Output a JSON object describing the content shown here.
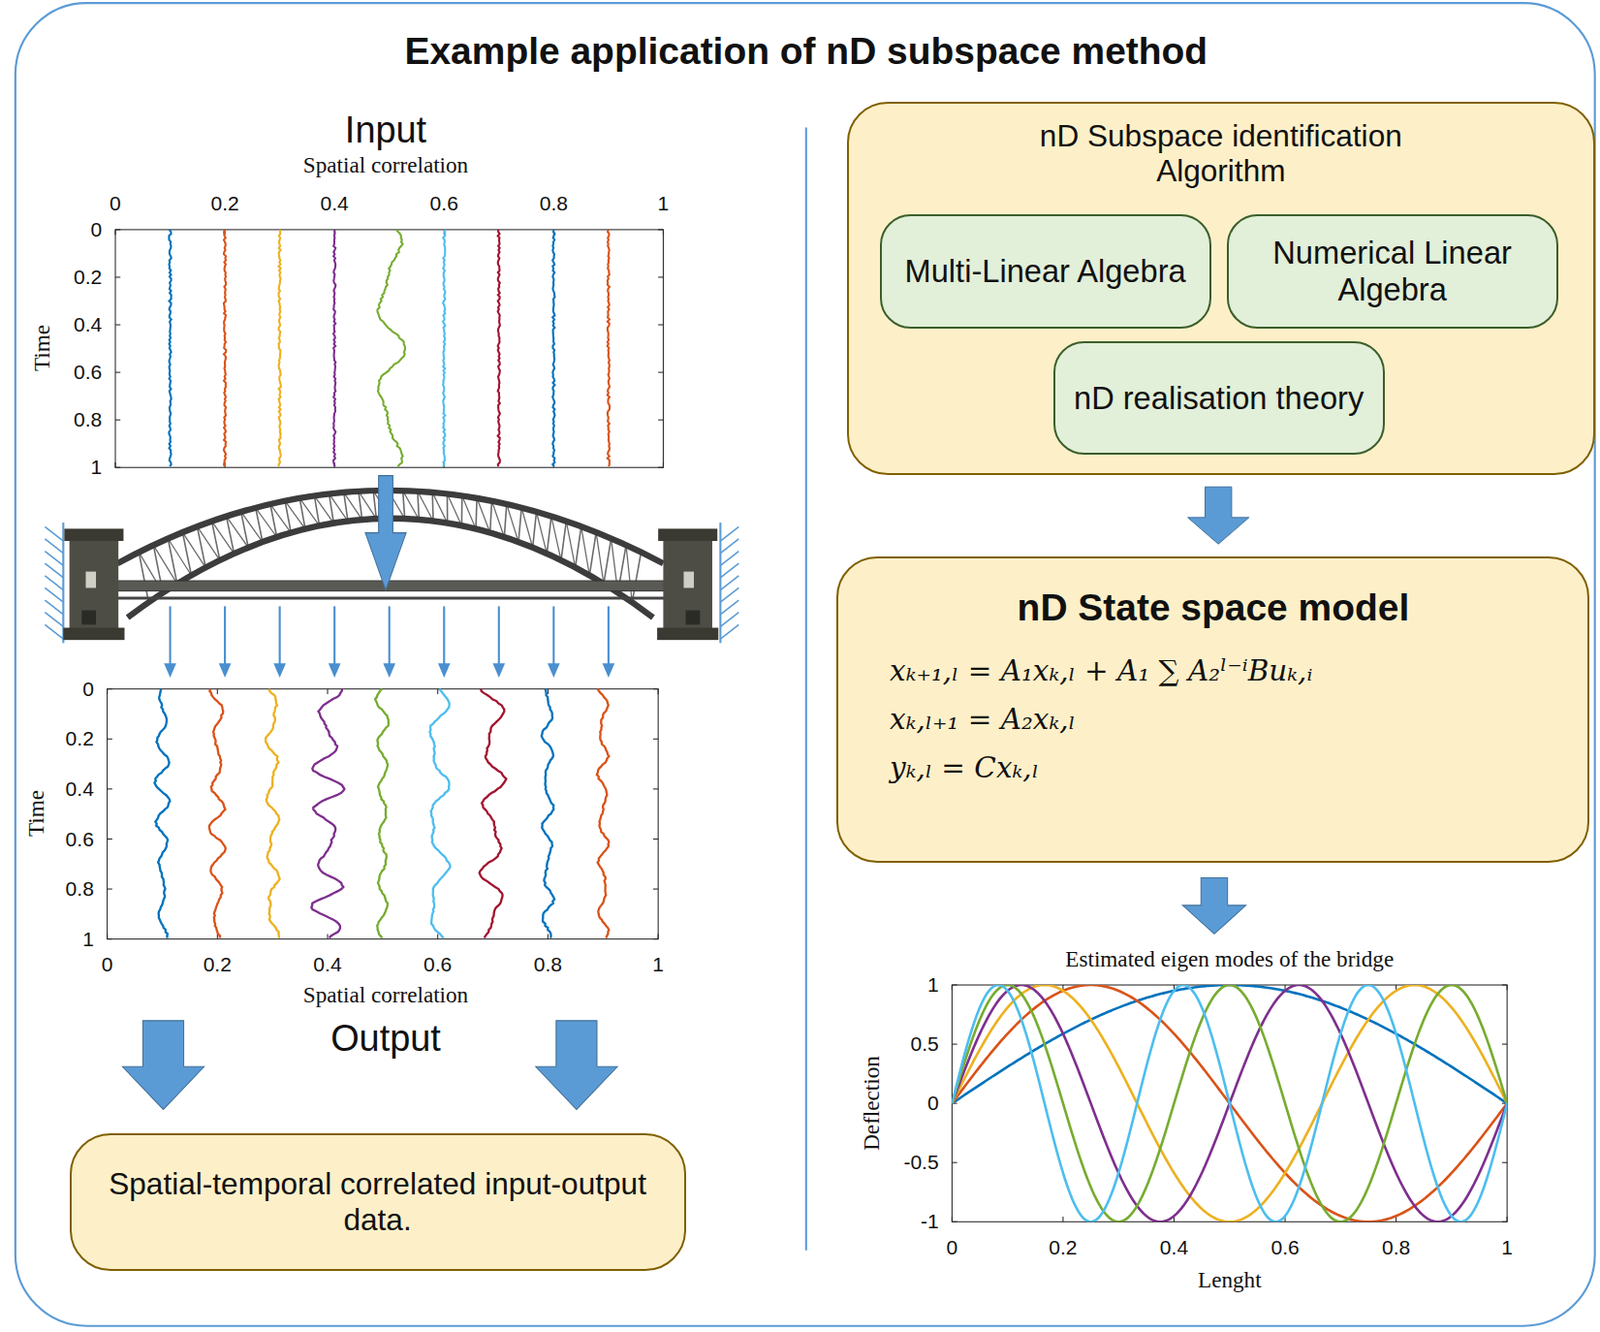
{
  "diagram": {
    "title": "Example application of nD subspace method",
    "nodes": [
      {
        "text": [
          "nD Subspace identification Algorithm"
        ]
      },
      {
        "text": [
          "Multi-Linear Algebra"
        ],
        "in": 0
      },
      {
        "text": [
          "Numerical Linear Algebra"
        ],
        "in": 0
      },
      {
        "text": [
          "nD realisation theory"
        ],
        "in": 0
      },
      {
        "text": [
          "nD State space model",
          "xₖ₊₁,ₗ = A₁xₖ,ₗ + A₁ ∑ A₂ˡ⁻ⁱBuₖ,ᵢ",
          "xₖ,ₗ₊₁ = A₂xₖ,ₗ",
          "yₖ,ₗ = Cxₖ,ₗ"
        ]
      },
      {
        "text": [
          "Spatial-temporal correlated input-output data."
        ]
      }
    ],
    "edges": [
      {
        "from": 0,
        "to": 4,
        "arrow": "to"
      }
    ],
    "labels": [
      "Input",
      "Spatial correlation",
      "0",
      "0.2",
      "0.4",
      "0.6",
      "0.8",
      "1",
      "0",
      "0.2",
      "0.4",
      "0.6",
      "0.8",
      "1",
      "Time",
      "0",
      "0.2",
      "0.4",
      "0.6",
      "0.8",
      "1",
      "Time",
      "0",
      "0.2",
      "0.4",
      "0.6",
      "0.8",
      "1",
      "Spatial correlation",
      "Output",
      "Estimated eigen modes of the bridge",
      "1",
      "0.5",
      "0",
      "-0.5",
      "-1",
      "Deflection",
      "0",
      "0.2",
      "0.4",
      "0.6",
      "0.8",
      "1",
      "Lenght"
    ]
  }
}
